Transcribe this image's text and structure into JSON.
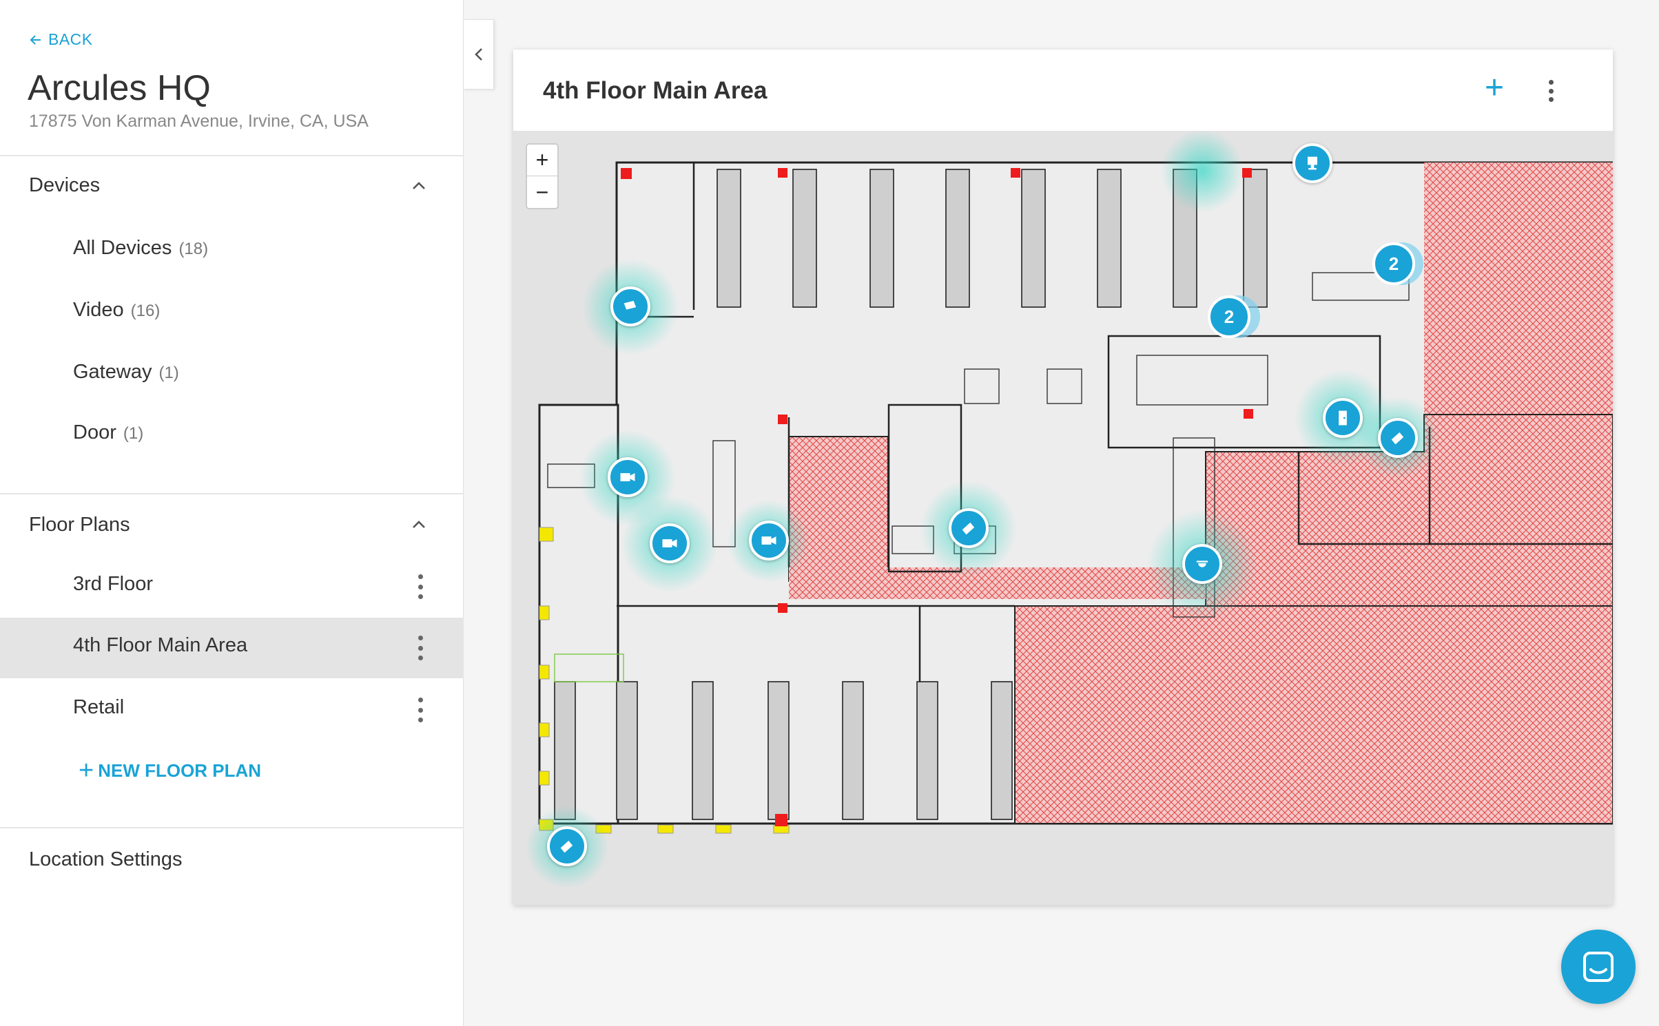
{
  "sidebar": {
    "back_label": "BACK",
    "site_title": "Arcules HQ",
    "site_address": "17875 Von Karman Avenue, Irvine, CA, USA",
    "devices_heading": "Devices",
    "device_items": [
      {
        "label": "All Devices",
        "count": "(18)"
      },
      {
        "label": "Video",
        "count": "(16)"
      },
      {
        "label": "Gateway",
        "count": "(1)"
      },
      {
        "label": "Door",
        "count": "(1)"
      }
    ],
    "floor_plans_heading": "Floor Plans",
    "floor_plans": [
      {
        "label": "3rd Floor",
        "active": false
      },
      {
        "label": "4th Floor Main Area",
        "active": true
      },
      {
        "label": "Retail",
        "active": false
      }
    ],
    "new_floor_plan_label": "NEW FLOOR PLAN",
    "location_settings_label": "Location Settings"
  },
  "card": {
    "title": "4th Floor Main Area",
    "add_icon": "plus-icon",
    "more_icon": "kebab-icon"
  },
  "map": {
    "zoom_in": "+",
    "zoom_out": "−",
    "cluster_labels": [
      "2",
      "2"
    ]
  },
  "colors": {
    "accent": "#1aa3d6",
    "marker": "#1aa3d6",
    "fov": "#2fd6c4",
    "restricted": "#e24a4a"
  }
}
